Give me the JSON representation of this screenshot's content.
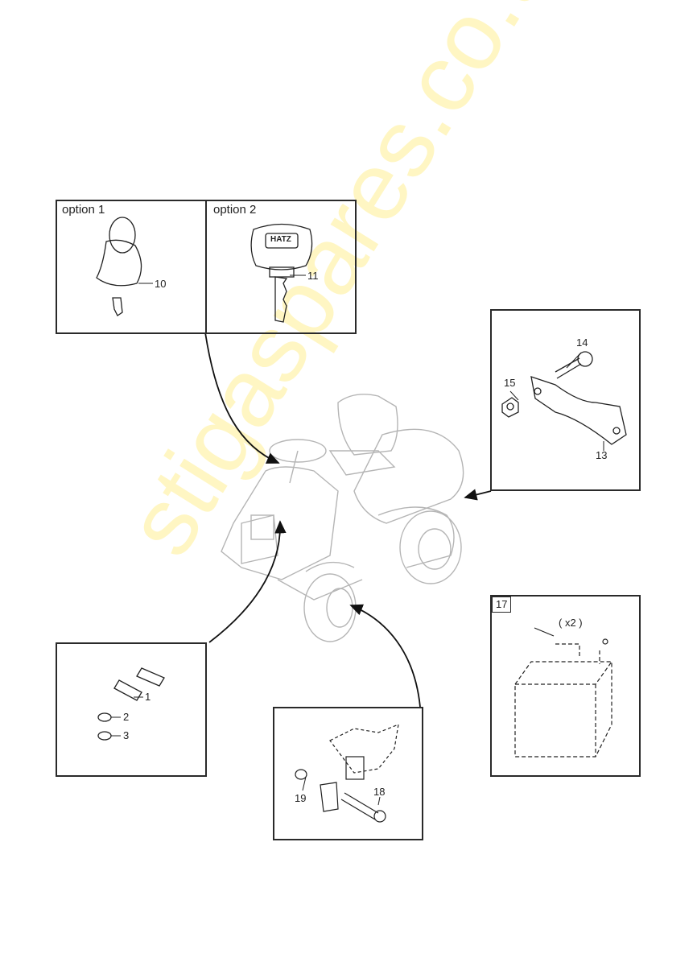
{
  "watermark": "stigaspares.co.uk",
  "panels": {
    "option1": {
      "label": "option 1",
      "callout": "10"
    },
    "option2": {
      "label": "option 2",
      "callout": "11",
      "key_brand": "HATZ"
    },
    "bracket": {
      "callouts": [
        "14",
        "15",
        "13"
      ]
    },
    "battery": {
      "tag": "17",
      "qty": "( x2 )"
    },
    "pins": {
      "callouts": [
        "1",
        "2",
        "3"
      ]
    },
    "mount": {
      "callouts": [
        "19",
        "18"
      ]
    }
  }
}
